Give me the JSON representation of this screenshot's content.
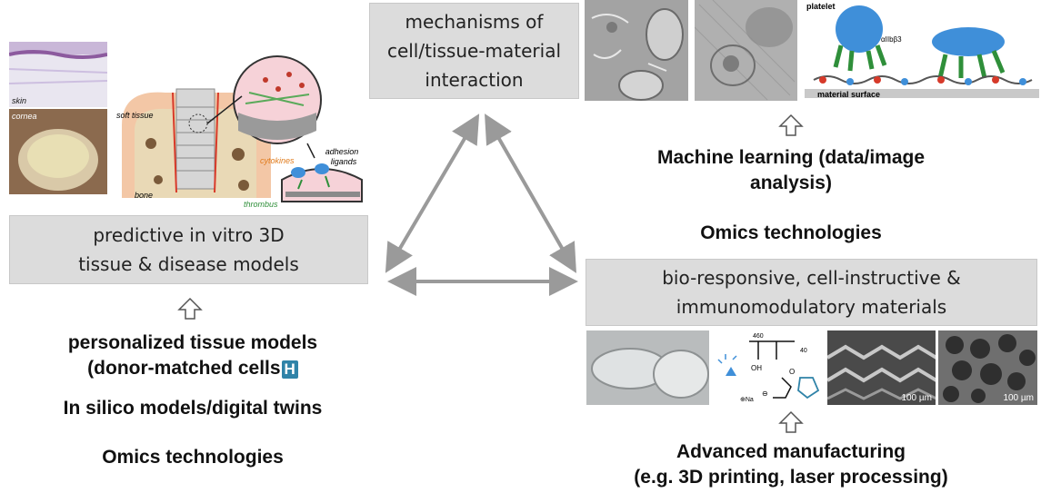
{
  "boxes": {
    "mechanisms": [
      "mechanisms of",
      "cell/tissue-material",
      "interaction"
    ],
    "predictive": [
      "predictive in vitro 3D",
      "tissue & disease models"
    ],
    "materials": [
      "bio-responsive, cell-instructive &",
      "immunomodulatory materials"
    ]
  },
  "right_labels": {
    "ml": [
      "Machine learning (data/image",
      "analysis)"
    ],
    "omics": "Omics technologies",
    "manufacturing": [
      "Advanced manufacturing",
      "(e.g. 3D printing, laser processing)"
    ]
  },
  "left_labels": {
    "personalized": "personalized tissue models",
    "donor": "(donor-matched cells",
    "donor_badge": "H",
    "insilico": "In silico models/digital twins",
    "omics": "Omics technologies"
  },
  "photo_labels": {
    "skin": "skin",
    "cornea": "cornea"
  },
  "implant_labels": {
    "soft_tissue": "soft tissue",
    "bone": "bone",
    "cytokines": "cytokines",
    "adhesion": "adhesion",
    "ligands": "ligands",
    "thrombus": "thrombus"
  },
  "platelet_labels": {
    "platelet": "platelet",
    "integrin": "αIIbβ3",
    "surface": "material surface"
  },
  "chem": {
    "n1": "460",
    "n2": "40",
    "oh": "OH",
    "na": "⊕Na",
    "minus": "⊖",
    "o": "O"
  },
  "scale_bars": [
    "100 µm",
    "100 µm"
  ],
  "colors": {
    "box_fill": "#dcdcdc",
    "arrow_gray": "#9a9a9a",
    "platelet_blue": "#3f8fd9",
    "integrin_green": "#2f8f3a"
  },
  "icons": [
    "up-arrow-icon"
  ]
}
